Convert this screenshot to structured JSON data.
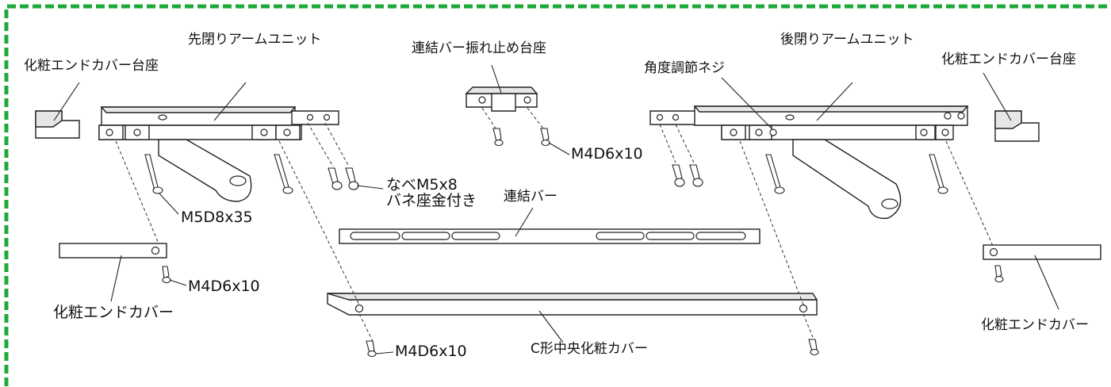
{
  "colors": {
    "border": "#1fa83a",
    "line": "#222222"
  },
  "labels": {
    "left_end_cover_base": "化粧エンドカバー台座",
    "front_arm_unit": "先閉りアームユニット",
    "bar_stabilizer_base": "連結バー振れ止め台座",
    "angle_adjust_screw": "角度調節ネジ",
    "rear_arm_unit": "後閉りアームユニット",
    "right_end_cover_base": "化粧エンドカバー台座",
    "screw_top_center": "M4D6x10",
    "pan_screw_line1": "なべM5x8",
    "pan_screw_line2": "バネ座金付き",
    "screw_m5d8x35": "M5D8x35",
    "connecting_bar": "連結バー",
    "screw_left_cover": "M4D6x10",
    "left_end_cover": "化粧エンドカバー",
    "screw_bottom_center": "M4D6x10",
    "c_center_cover": "C形中央化粧カバー",
    "right_end_cover": "化粧エンドカバー"
  }
}
